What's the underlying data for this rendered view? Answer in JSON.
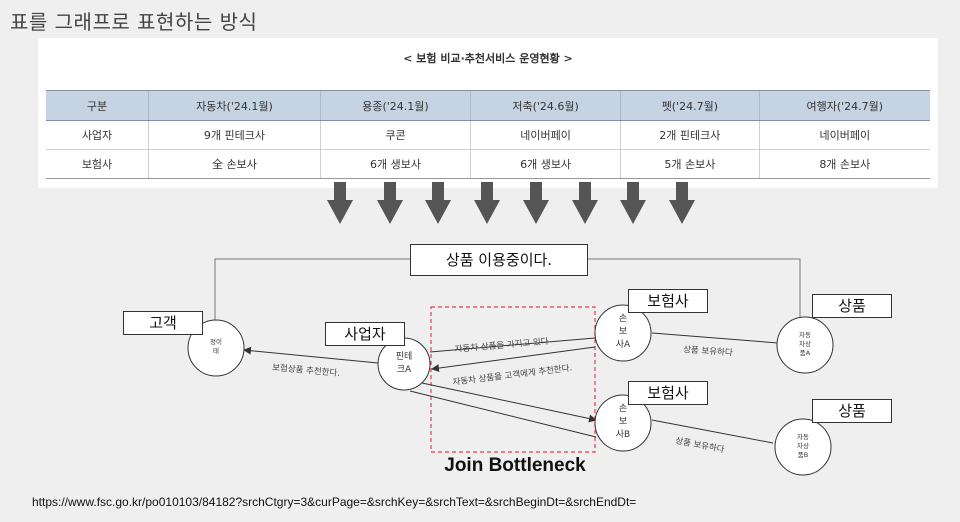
{
  "page_title": "표를 그래프로 표현하는 방식",
  "table": {
    "caption": "< 보험 비교·추천서비스 운영현황 >",
    "headers": [
      "구분",
      "자동차('24.1월)",
      "용종('24.1월)",
      "저축('24.6월)",
      "펫('24.7월)",
      "여행자('24.7월)"
    ],
    "rows": [
      [
        "사업자",
        "9개 핀테크사",
        "쿠콘",
        "네이버페이",
        "2개 핀테크사",
        "네이버페이"
      ],
      [
        "보험사",
        "全 손보사",
        "6개 생보사",
        "6개 생보사",
        "5개 손보사",
        "8개 손보사"
      ]
    ]
  },
  "diagram": {
    "status_label": "상품 이용중이다.",
    "labels": {
      "customer": "고객",
      "business": "사업자",
      "insurer_a": "보험사",
      "insurer_b": "보험사",
      "product_a": "상품",
      "product_b": "상품"
    },
    "nodes": {
      "customer": [
        "정이",
        "태"
      ],
      "fintech": [
        "핀테",
        "크A"
      ],
      "insurer_a": [
        "손",
        "보",
        "사A"
      ],
      "insurer_b": [
        "손",
        "보",
        "사B"
      ],
      "product_a": [
        "자동",
        "차상",
        "품A"
      ],
      "product_b": [
        "자동",
        "차상",
        "품B"
      ]
    },
    "edges": {
      "recommend": "보험상품 추천한다.",
      "has_product": "자동차 상품을 가지고 있다",
      "recommend_to_customer": "자동차 상품을 고객에게 추천한다.",
      "holds_a": "상품 보유하다",
      "holds_b": "상품 보유하다"
    },
    "bottleneck": "Join Bottleneck"
  },
  "source_url": "https://www.fsc.go.kr/po010103/84182?srchCtgry=3&curPage=&srchKey=&srchText=&srchBeginDt=&srchEndDt=",
  "colors": {
    "background": "#efefef",
    "table_header": "#c5d3e3",
    "arrow": "#555555",
    "bottleneck_border": "#e04040"
  }
}
